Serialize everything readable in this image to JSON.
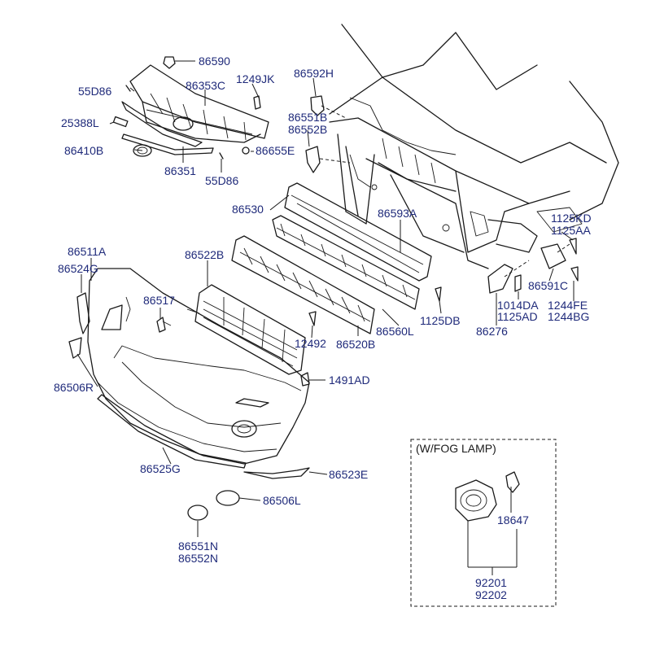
{
  "parts": {
    "p86590": "86590",
    "p55D86_top": "55D86",
    "p86353C": "86353C",
    "p1249JK": "1249JK",
    "p86592H": "86592H",
    "p25388L": "25388L",
    "p86551B": "86551B",
    "p86552B": "86552B",
    "p86410B": "86410B",
    "p86351": "86351",
    "p55D86_bot": "55D86",
    "p86655E": "86655E",
    "p86530": "86530",
    "p86593A": "86593A",
    "p1125KD": "1125KD",
    "p1125AA": "1125AA",
    "p86511A": "86511A",
    "p86522B": "86522B",
    "p86524G": "86524G",
    "p86517": "86517",
    "p86591C": "86591C",
    "p1125DB": "1125DB",
    "p1014DA": "1014DA",
    "p1125AD": "1125AD",
    "p1244FE": "1244FE",
    "p1244BG": "1244BG",
    "p12492": "12492",
    "p86520B": "86520B",
    "p86560L": "86560L",
    "p86276": "86276",
    "p86506R": "86506R",
    "p1491AD": "1491AD",
    "p86525G": "86525G",
    "p86523E": "86523E",
    "p86506L": "86506L",
    "p86551N": "86551N",
    "p86552N": "86552N",
    "p18647": "18647",
    "p92201": "92201",
    "p92202": "92202"
  },
  "fog_box": {
    "title": "(W/FOG LAMP)"
  }
}
